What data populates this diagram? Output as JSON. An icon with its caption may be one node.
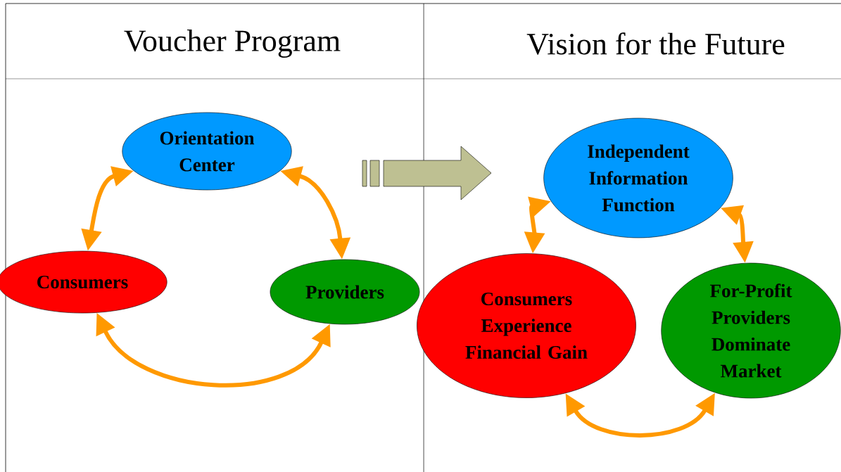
{
  "diagram": {
    "nodes": [
      {
        "text": [
          "Orientation Center"
        ]
      },
      {
        "text": [
          "Consumers"
        ]
      },
      {
        "text": [
          "Providers"
        ]
      },
      {
        "text": [
          "Independent Information Function"
        ]
      },
      {
        "text": [
          "Consumers Experience Financial Gain"
        ]
      },
      {
        "text": [
          "For-Profit Providers Dominate Market"
        ]
      }
    ],
    "edges": [
      {
        "from": 0,
        "to": 1,
        "arrow": "both"
      },
      {
        "from": 0,
        "to": 2,
        "arrow": "both"
      },
      {
        "from": 1,
        "to": 2,
        "arrow": "both"
      },
      {
        "from": 3,
        "to": 4,
        "arrow": "both"
      },
      {
        "from": 3,
        "to": 5,
        "arrow": "both"
      },
      {
        "from": 4,
        "to": 5,
        "arrow": "both"
      }
    ],
    "labels": [
      "Voucher Program",
      "Vision for the Future"
    ]
  }
}
